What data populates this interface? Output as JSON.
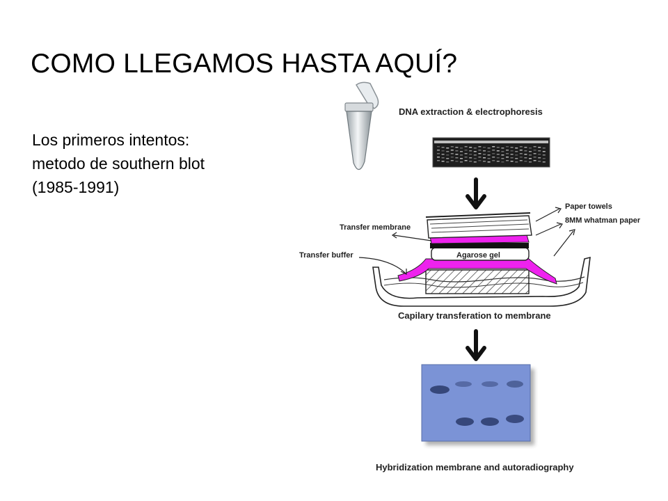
{
  "slide": {
    "title": "COMO LLEGAMOS HASTA AQUÍ?",
    "body_lines": [
      "Los primeros intentos:",
      "metodo de southern blot",
      "(1985-1991)"
    ]
  },
  "diagram": {
    "step1_label": "DNA extraction & electrophoresis",
    "step2_label": "Capilary transferation to membrane",
    "step3_label": "Hybridization membrane and autoradiography",
    "callouts": {
      "paper_towels": "Paper towels",
      "whatman": "8MM whatman paper",
      "transfer_membrane": "Transfer membrane",
      "transfer_buffer": "Transfer buffer",
      "agarose_gel": "Agarose gel"
    },
    "colors": {
      "membrane_magenta": "#ee22ee",
      "blot_blue": "#7b93d6",
      "band_dark": "#2a3a6a"
    }
  }
}
